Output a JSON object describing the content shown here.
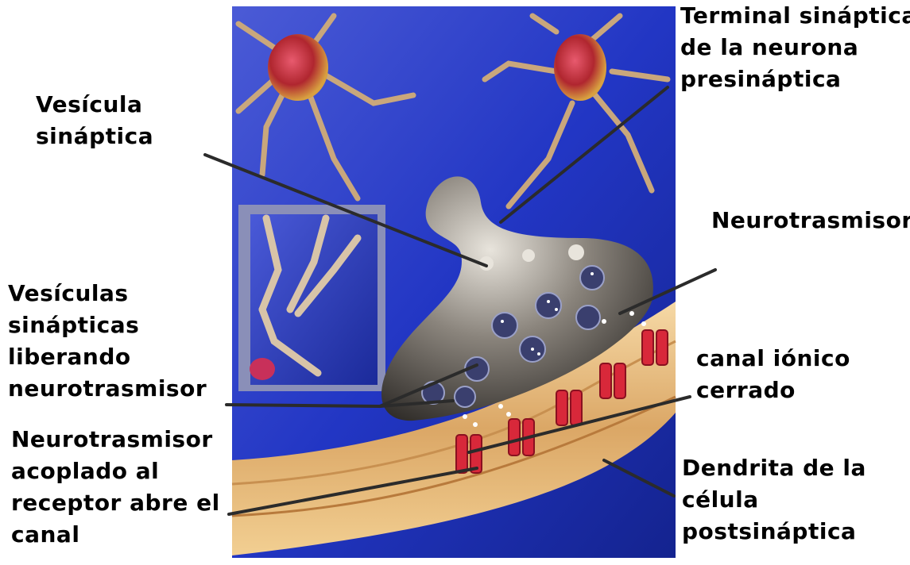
{
  "labels": {
    "terminal": [
      "Terminal sináptica",
      "de la neurona",
      "presináptica"
    ],
    "vesicula": [
      "Vesícula",
      "sináptica"
    ],
    "neurotrasmisor": [
      "Neurotrasmisor"
    ],
    "vesiculas_liberando": [
      "Vesículas",
      "sinápticas",
      "liberando",
      "neurotrasmisor"
    ],
    "canal_cerrado": [
      "canal iónico",
      "cerrado"
    ],
    "acoplado": [
      "Neurotrasmisor",
      "acoplado al",
      "receptor abre el",
      "canal"
    ],
    "dendrita": [
      "Dendrita de la",
      "célula",
      "postsináptica"
    ]
  },
  "colors": {
    "background_blue": "#1a2fb0",
    "membrane_tan": "#e6b979",
    "receptor_red": "#d8283a",
    "terminal_grey": "#6e6a66",
    "neuron_body": "#b0352f"
  }
}
